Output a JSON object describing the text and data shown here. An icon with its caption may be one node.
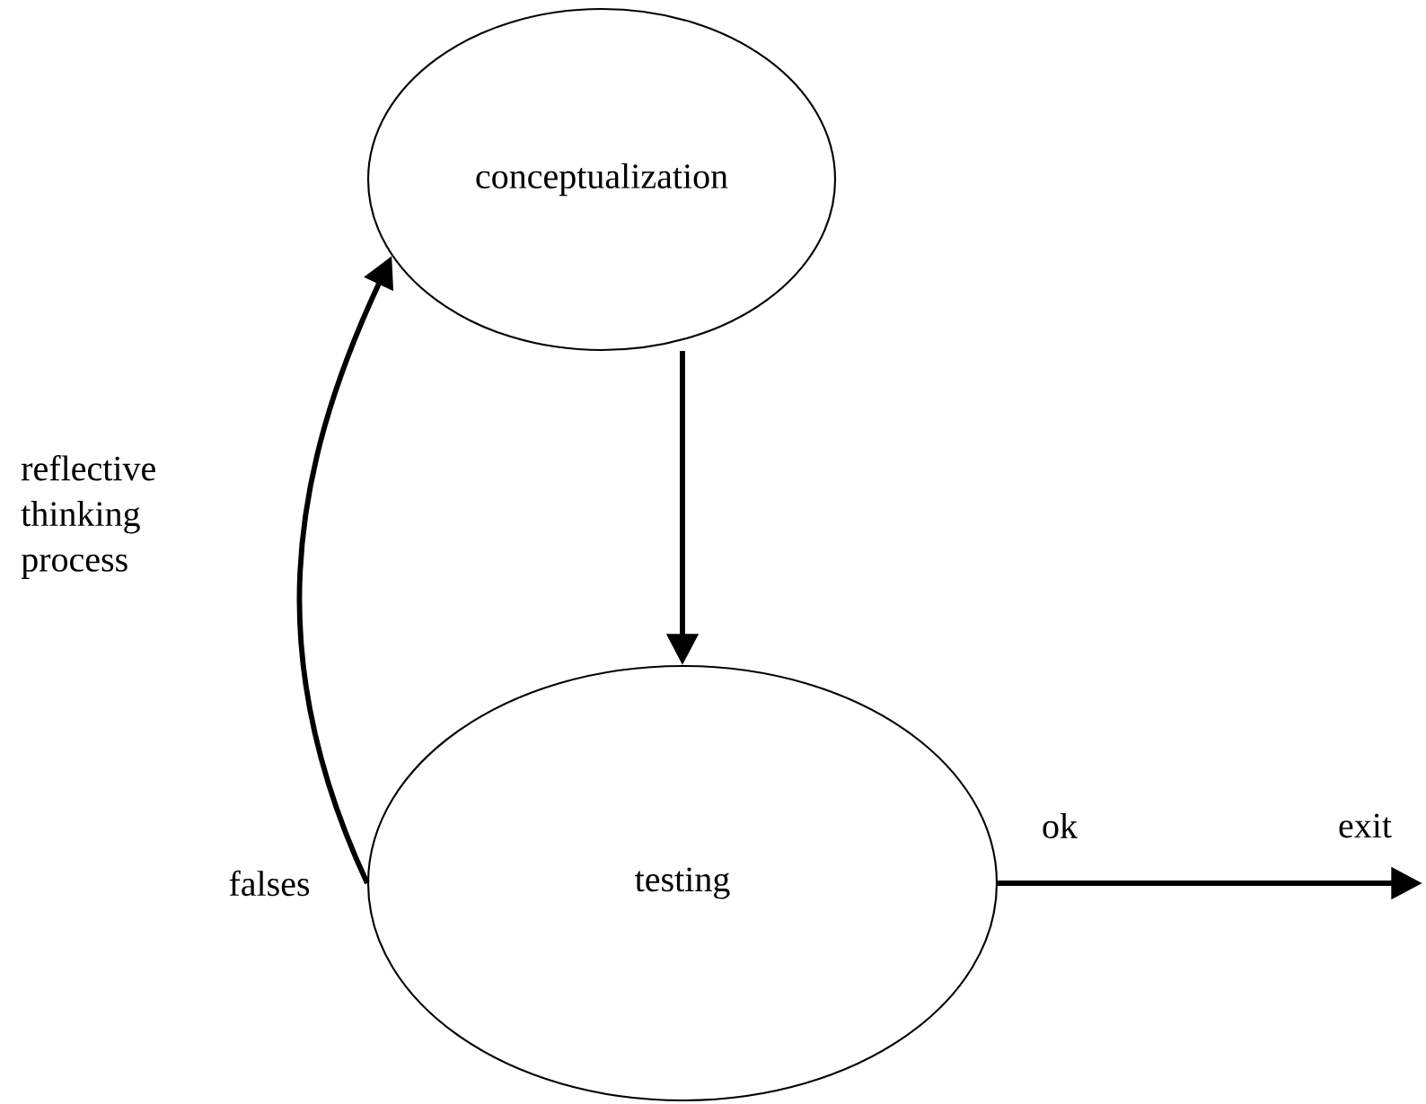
{
  "diagram": {
    "nodes": [
      {
        "text": [
          "conceptualization"
        ]
      },
      {
        "text": [
          "testing"
        ]
      }
    ],
    "edges": [
      {
        "from": 0,
        "to": 1,
        "arrow": "to"
      },
      {
        "from": 1,
        "to": 0,
        "arrow": "to",
        "label": "reflective thinking process"
      },
      {
        "from": 1,
        "to": null,
        "arrow": "to",
        "label": "ok"
      }
    ],
    "labels": [
      "falses",
      "exit"
    ]
  }
}
